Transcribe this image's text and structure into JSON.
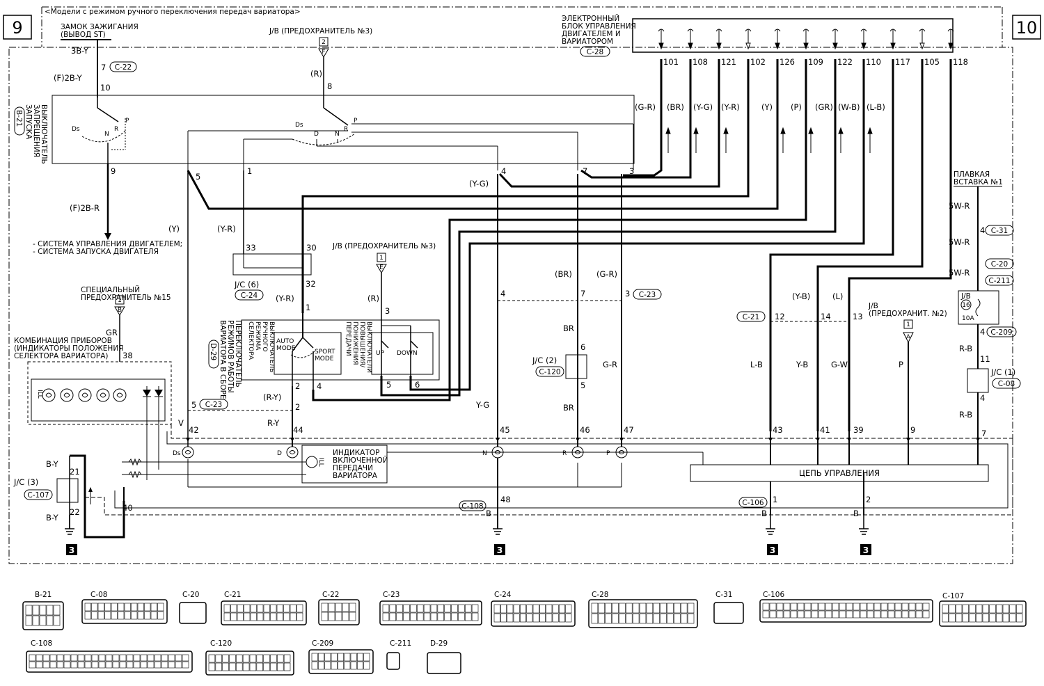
{
  "header": {
    "note": "<Модели с режимом ручного переключения передач вариатора>",
    "page_left": "9",
    "page_right": "10"
  },
  "ignition": {
    "line1": "ЗАМОК ЗАЖИГАНИЯ",
    "line2": "(ВЫВОД ST)",
    "wire_in": "3B-Y",
    "pin": "7",
    "conn": "C-22",
    "wire_out": "(F)2B-Y",
    "term": "10"
  },
  "jb_top": {
    "label": "J/B (ПРЕДОХРАНИТЕЛЬ №3)",
    "num": "2",
    "arrow": "F",
    "wire": "(R)",
    "term": "8"
  },
  "inhibitor": {
    "title_lines": [
      "ВЫКЛЮЧАТЕЛЬ",
      "ЗАПРЕЩЕНИЯ",
      "ЗАПУСКА"
    ],
    "conn": "B-21",
    "pos": [
      "Ds",
      "D",
      "N",
      "R",
      "P"
    ],
    "pins": [
      "9",
      "5",
      "1",
      "4",
      "7",
      "3"
    ]
  },
  "ecu": {
    "lines": [
      "ЭЛЕКТРОННЫЙ",
      "БЛОК УПРАВЛЕНИЯ",
      "ДВИГАТЕЛЕМ И",
      "ВАРИАТОРОМ"
    ],
    "conn": "C-28",
    "pins": [
      "101",
      "108",
      "121",
      "102",
      "126",
      "109",
      "122",
      "110",
      "117",
      "105",
      "118"
    ]
  },
  "ecu_wires": [
    "(G-R)",
    "(BR)",
    "(Y-G)",
    "(Y-R)",
    "(Y)",
    "(P)",
    "(GR)",
    "(W-B)",
    "(L-B)"
  ],
  "left": {
    "wire_f2br": "(F)2B-R",
    "dest": [
      "- СИСТЕМА УПРАВЛЕНИЯ ДВИГАТЕЛЕМ;",
      "- СИСТЕМА ЗАПУСКА ДВИГАТЕЛЯ"
    ],
    "wire_y": "(Y)",
    "wire_yr": "(Y-R)",
    "special_fuse": [
      "СПЕЦИАЛЬНЫЙ",
      "ПРЕДОХРАНИТЕЛЬ №15"
    ],
    "special_num": "1",
    "special_arrow": "B",
    "gr": "GR",
    "cluster": [
      "КОМБИНАЦИЯ ПРИБОРОВ",
      "(ИНДИКАТОРЫ ПОЛОЖЕНИЯ",
      "СЕЛЕКТОРА ВАРИАТОРА)"
    ],
    "pin38": "38",
    "ill": "ILL"
  },
  "jc6": {
    "label": "J/C (6)",
    "conn": "C-24",
    "p33": "33",
    "p30": "30",
    "p32": "32",
    "wire": "(Y-R)",
    "p1": "1"
  },
  "selector": {
    "side_lines": [
      "ПЕРЕКЛЮЧАТЕЛЬ",
      "РЕЖИМОВ РАБОТЫ",
      "ВАРИАТОРА В СБОРЕ"
    ],
    "conn": "D-29",
    "manual_lines": [
      "ВЫКЛЮЧАТЕЛЬ",
      "РУЧНОГО",
      "РЕЖИМА",
      "СЕЛЕКТОРА"
    ],
    "updown_lines": [
      "ВЫКЛЮЧАТЕЛИ",
      "ПОВЫШЕНИЯ/",
      "ПОНИЖЕНИЯ",
      "ПЕРЕДАЧИ"
    ],
    "auto": [
      "AUTO",
      "MODE"
    ],
    "sport": [
      "SPORT",
      "MODE"
    ],
    "up": "UP",
    "down": "DOWN",
    "pins": [
      "2",
      "4",
      "5",
      "6"
    ]
  },
  "jb_mid": {
    "label": "J/B (ПРЕДОХРАНИТЕЛЬ №3)",
    "num": "1",
    "arrow": "E",
    "wire": "(R)",
    "pin": "3"
  },
  "c23": {
    "conn": "C-23",
    "p4": "4",
    "p7": "7",
    "p3": "3",
    "p5": "5",
    "wire_ry": "(R-Y)",
    "p2": "2"
  },
  "mid": {
    "wire_yg": "(Y-G)",
    "wire_br": "(BR)",
    "wire_gr": "(G-R)",
    "br": "BR",
    "gr": "G-R",
    "yg": "Y-G",
    "ry": "R-Y",
    "v": "V"
  },
  "jc2": {
    "label": "J/C (2)",
    "conn": "C-120",
    "p6": "6",
    "p5": "5"
  },
  "bottom_pins": [
    "42",
    "44",
    "45",
    "46",
    "47",
    "43",
    "41",
    "39",
    "9",
    "7"
  ],
  "indicator": [
    "ИНДИКАТОР",
    "ВКЛЮЧЕННОЙ",
    "ПЕРЕДАЧИ",
    "ВАРИАТОРА"
  ],
  "lamps": [
    "Ds",
    "D",
    "N",
    "R",
    "P"
  ],
  "control": "ЦЕПЬ УПРАВЛЕНИЯ",
  "jc3": {
    "label": "J/C (3)",
    "conn": "C-107",
    "by": "B-Y",
    "p21": "21",
    "p22": "22",
    "p40": "40"
  },
  "ground": {
    "c108": "C-108",
    "p48": "48",
    "c106": "C-106",
    "p1": "1",
    "p2": "2",
    "b": "B",
    "g": "3"
  },
  "right": {
    "c21": "C-21",
    "p12": "12",
    "p14": "14",
    "p13": "13",
    "wire_yb": "(Y-B)",
    "wire_l": "(L)",
    "lb": "L-B",
    "yb": "Y-B",
    "gw": "G-W",
    "p": "P",
    "jb2": [
      "J/B",
      "(ПРЕДОХРАНИТ. №2)"
    ],
    "jb2_num": "1",
    "jb2_arrow": "A",
    "fuse1": [
      "ПЛАВКАЯ",
      "ВСТАВКА №1"
    ],
    "wr": "5W-R",
    "c31": "C-31",
    "c20": "C-20",
    "c211": "C-211",
    "jb": "J/B",
    "f16": "16",
    "a10": "10A",
    "p4": "4",
    "c209": "C-209",
    "rb": "R-B",
    "p11": "11",
    "jc1": "J/C (1)",
    "c08": "C-08"
  },
  "legend": [
    "B-21",
    "C-08",
    "C-20",
    "C-21",
    "C-22",
    "C-23",
    "C-24",
    "C-28",
    "C-31",
    "C-106",
    "C-107",
    "C-108",
    "C-120",
    "C-209",
    "C-211",
    "D-29"
  ]
}
